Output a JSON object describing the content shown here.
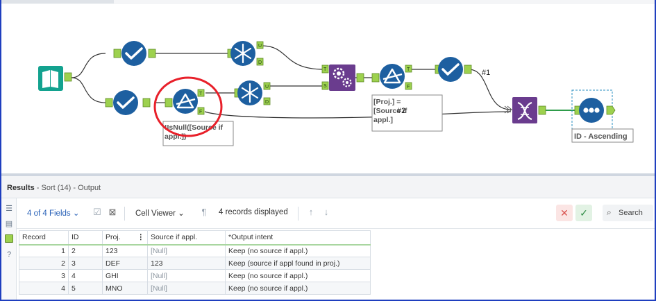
{
  "workflow": {
    "filter1_expression": "!IsNull([Source if appl.])",
    "filter2_expression": "[Proj.] = [Source if appl.]",
    "sort_annotation": "ID - Ascending",
    "wire_label_1": "#1",
    "wire_label_2": "#2",
    "anchor_T": "T",
    "anchor_F": "F",
    "anchor_U": "U",
    "anchor_D": "D",
    "anchor_S": "S",
    "highlight_color": "#e8202a",
    "tool_blue": "#1d5fa0",
    "tool_teal": "#13a28f",
    "tool_purple": "#6a3c8e",
    "anchor_green": "#9dd14e"
  },
  "results": {
    "title_bold": "Results",
    "title_rest": " - Sort (14) - Output",
    "fields_label": "4 of 4 Fields",
    "viewer_label": "Cell Viewer",
    "records_label": "4 records displayed",
    "search_label": "Search"
  },
  "table": {
    "headers": [
      "Record",
      "ID",
      "Proj.",
      "Source if appl.",
      "*Output intent"
    ],
    "rows": [
      [
        "1",
        "2",
        "123",
        "[Null]",
        "Keep (no source if appl.)"
      ],
      [
        "2",
        "3",
        "DEF",
        "123",
        "Keep (source if appl found in proj.)"
      ],
      [
        "3",
        "4",
        "GHI",
        "[Null]",
        "Keep (no source if appl.)"
      ],
      [
        "4",
        "5",
        "MNO",
        "[Null]",
        "Keep (no source if appl.)"
      ]
    ]
  }
}
